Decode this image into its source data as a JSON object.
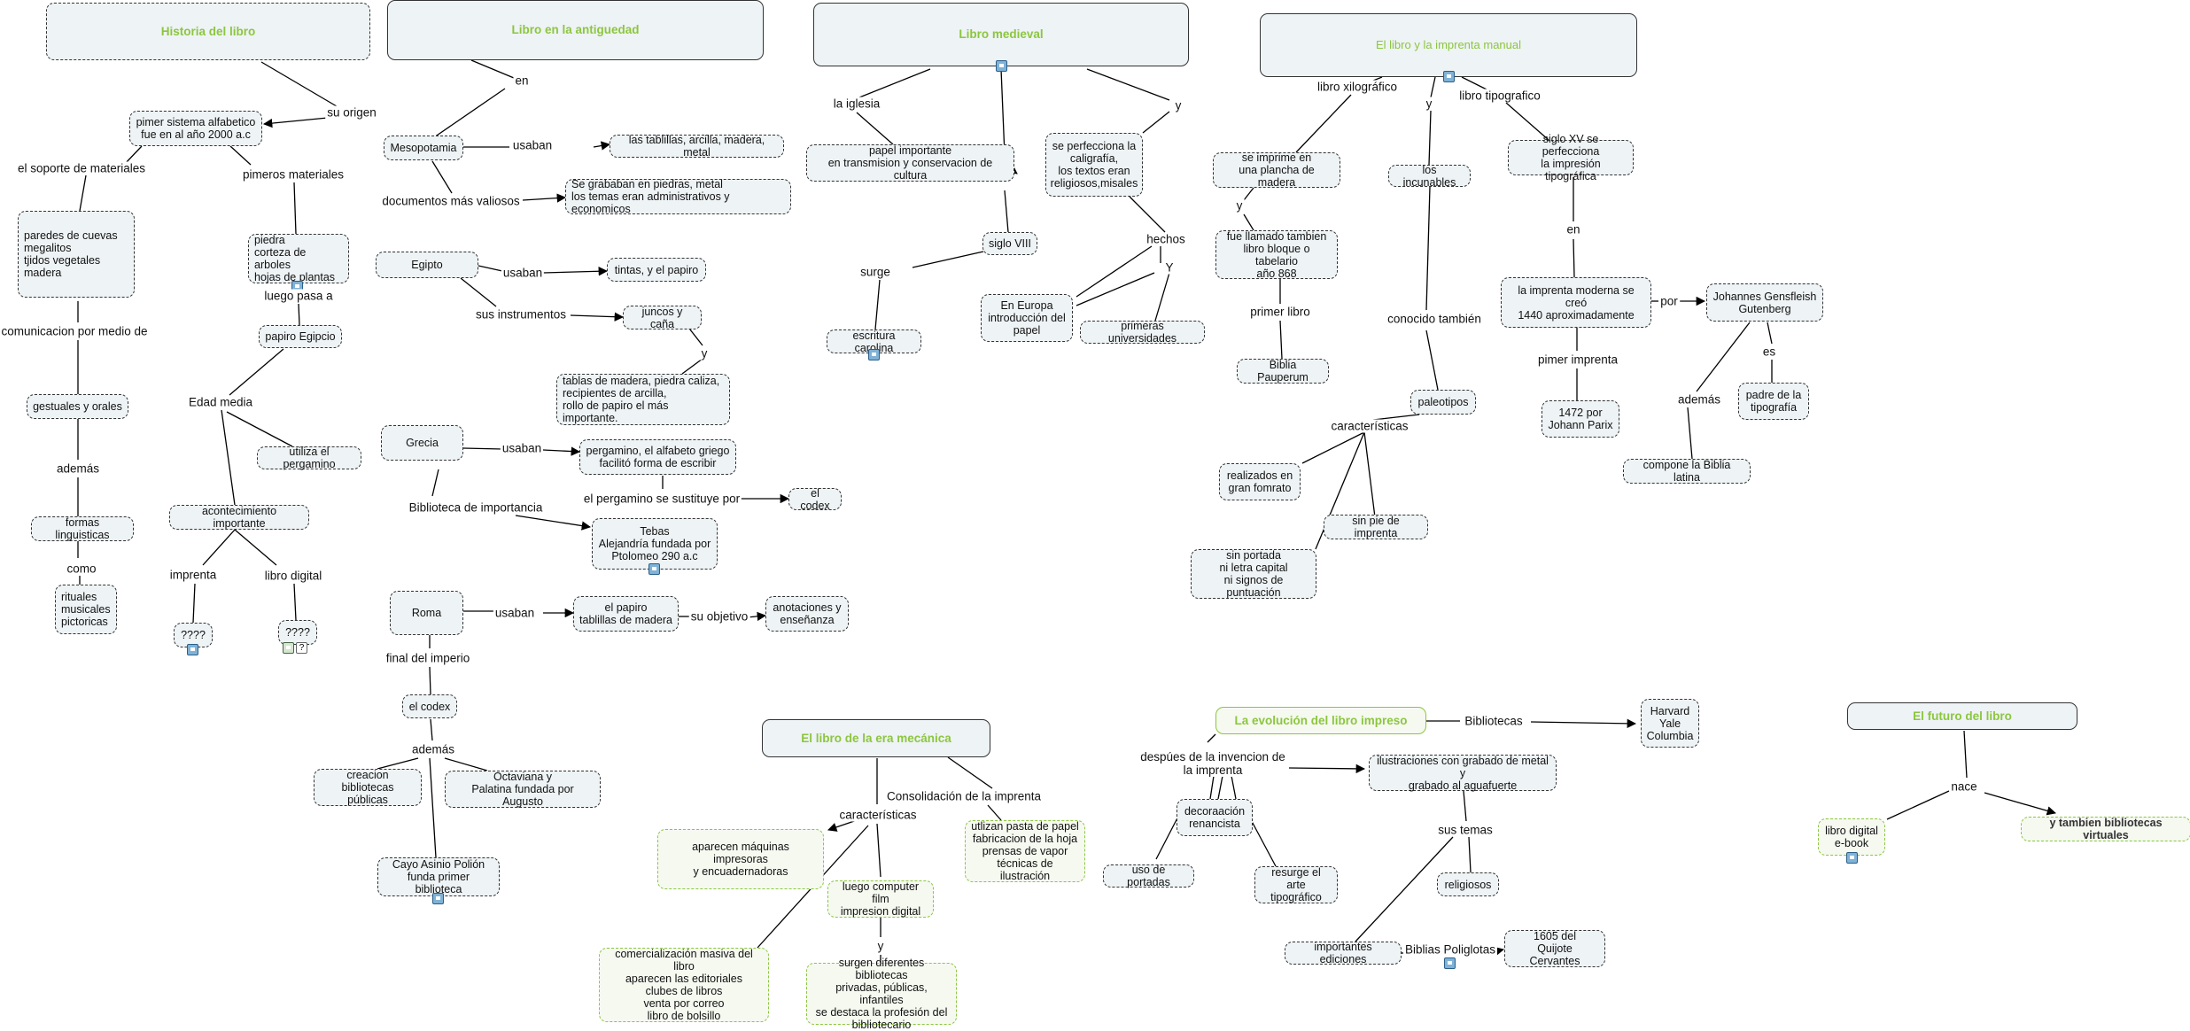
{
  "nodes": {
    "historia": "Historia del libro",
    "pimer": "pimer sistema alfabetico\nfue en al año 2000 a.c",
    "paredes": "paredes de cuevas\nmegalitos\ntjidos vegetales\nmadera",
    "piedra": "piedra\ncorteza de arboles\nhojas de plantas",
    "papiro_egipcio": "papiro Egipcio",
    "pergamino_uso": "utiliza el pergamino",
    "acontecimiento": "acontecimiento importante",
    "imprenta_q": "????",
    "libro_digital_q": "????",
    "gestuales": "gestuales y orales",
    "formas": "formas linguisticas",
    "rituales": "rituales\nmusicales\npictoricas",
    "antiguedad": "Libro en la antiguedad",
    "mesopotamia": "Mesopotamia",
    "tablillas": "las tablillas, arcilla, madera, metal",
    "grababan": "Se grababan en piedras, metal\nlos temas eran administrativos y economicos",
    "egipto": "Egipto",
    "tintas": "tintas,  y el papiro",
    "juncos": "juncos y caña",
    "tablas": "tablas de madera, piedra caliza,\nrecipientes de arcilla,\nrollo de papiro el más importante.",
    "grecia": "Grecia",
    "pergamino_griego": "pergamino, el alfabeto griego\nfacilitó forma de escribir",
    "codex_g": "el codex",
    "tebas": "Tebas\nAlejandría fundada por\nPtolomeo 290  a.c",
    "roma": "Roma",
    "papiro_roma": "el papiro\ntablillas de madera",
    "anotaciones": "anotaciones y\nenseñanza",
    "codex_r": "el codex",
    "creacion": "creacion bibliotecas\npúblicas",
    "octaviana": "Octaviana y\nPalatina fundada por Augusto",
    "cayo": "Cayo Asinio Polión\nfunda primer biblioteca",
    "medieval": "Libro medieval",
    "papel_importante": "papel importante\nen transmision y conservacion de cultura",
    "perfecciona": "se perfecciona la\ncaligrafía,\nlos textos eran\nreligiosos,misales",
    "siglo_viii": "siglo VIII",
    "escritura": "escritura carolina",
    "europa": "En Europa\nintroducción del\npapel",
    "universidades": "primeras universidades",
    "manual": "El libro y la imprenta manual",
    "imprime": "se imprime en\nuna plancha de madera",
    "llamado": "fue llamado tambien\nlibro bloque o tabelario\naño 868",
    "pauperum": "Biblia Pauperum",
    "incunables": "los incunables",
    "siglo_xv": "siglo XV se perfecciona\nla impresión tipográfica",
    "moderna": "la imprenta moderna se creó\n1440  aproximadamente",
    "gutenberg": "Johannes Gensfleish\nGutenberg",
    "padre": "padre de la\ntipografía",
    "parix": "1472 por\nJohann Parix",
    "compone": "compone la Biblia latina",
    "paleotipos": "paleotipos",
    "realizados": "realizados en\ngran fomrato",
    "sin_pie": "sin pie de imprenta",
    "sin_portada": "sin portada\nni letra capital\nni signos de puntuación",
    "mecanica": "El libro de la era mecánica",
    "maquinas": "aparecen máquinas impresoras\ny encuadernadoras",
    "pasta": "utlizan pasta de papel\nfabricacion de la hoja\nprensas de vapor\ntécnicas de ilustración",
    "computer": "luego computer film\nimpresion digital",
    "comercializacion": "comercialización masiva del libro\naparecen las editoriales\nclubes de libros\nventa por correo\nlibro de bolsillo",
    "surgen": "surgen diferentes bibliotecas\nprivadas, públicas, infantiles\nse destaca la profesión del\nbibliotecario",
    "evolucion": "La evolución del libro impreso",
    "harvard": "Harvard\nYale\nColumbia",
    "ilustraciones": "ilustraciones con grabado de metal y\ngrabado al aguafuerte",
    "decoracion": "decoraación\nrenancista",
    "portadas": "uso de portadas",
    "resurge": "resurge el arte\ntipográfico",
    "religiosos": "religiosos",
    "ediciones": "importantes ediciones",
    "quijote": "1605 del\nQuijote Cervantes",
    "futuro": "El futuro del libro",
    "ebook": "libro digital\ne-book",
    "virtuales": "y tambien bibliotecas virtuales"
  },
  "labels": {
    "su_origen": "su origen",
    "soporte": "el soporte de materiales",
    "pimeros": "pimeros materiales",
    "luego_pasa": "luego pasa a",
    "comunicacion": "comunicacion por medio de",
    "edad_media": "Edad media",
    "ademas_h": "además",
    "como": "como",
    "imprenta": "imprenta",
    "libro_digital": "libro digital",
    "en_a": "en",
    "usaban_m": "usaban",
    "documentos": "documentos  más valiosos",
    "usaban_e": "usaban",
    "sus_instrumentos": "sus instrumentos",
    "y_e": "y",
    "usaban_g": "usaban",
    "sustituye": "el pergamino se sustituye por",
    "biblioteca": "Biblioteca de importancia",
    "usaban_r": "usaban",
    "su_objetivo": "su objetivo",
    "final": "final del imperio",
    "ademas_r": "además",
    "la_iglesia": "la iglesia",
    "y_med": "y",
    "surge": "surge",
    "hechos": "hechos",
    "y_hechos": "Y",
    "xilografico": "libro xilográfico",
    "y_man": "y",
    "tipografico": "libro tipografico",
    "y_imp": "y",
    "primer_libro": "primer libro",
    "conocido": "conocido también",
    "en_m": "en",
    "por": "por",
    "es": "es",
    "primer_imprenta": "pimer imprenta",
    "ademas_g": "además",
    "caracteristicas_p": "características",
    "caracteristicas_m": "características",
    "consolidacion": "Consolidación de la imprenta",
    "y_mec": "y",
    "bibliotecas": "Bibliotecas",
    "despues": "despúes de la invencion de\nla imprenta",
    "sus_temas": "sus temas",
    "biblias": "Biblias Poliglotas",
    "nace": "nace"
  }
}
